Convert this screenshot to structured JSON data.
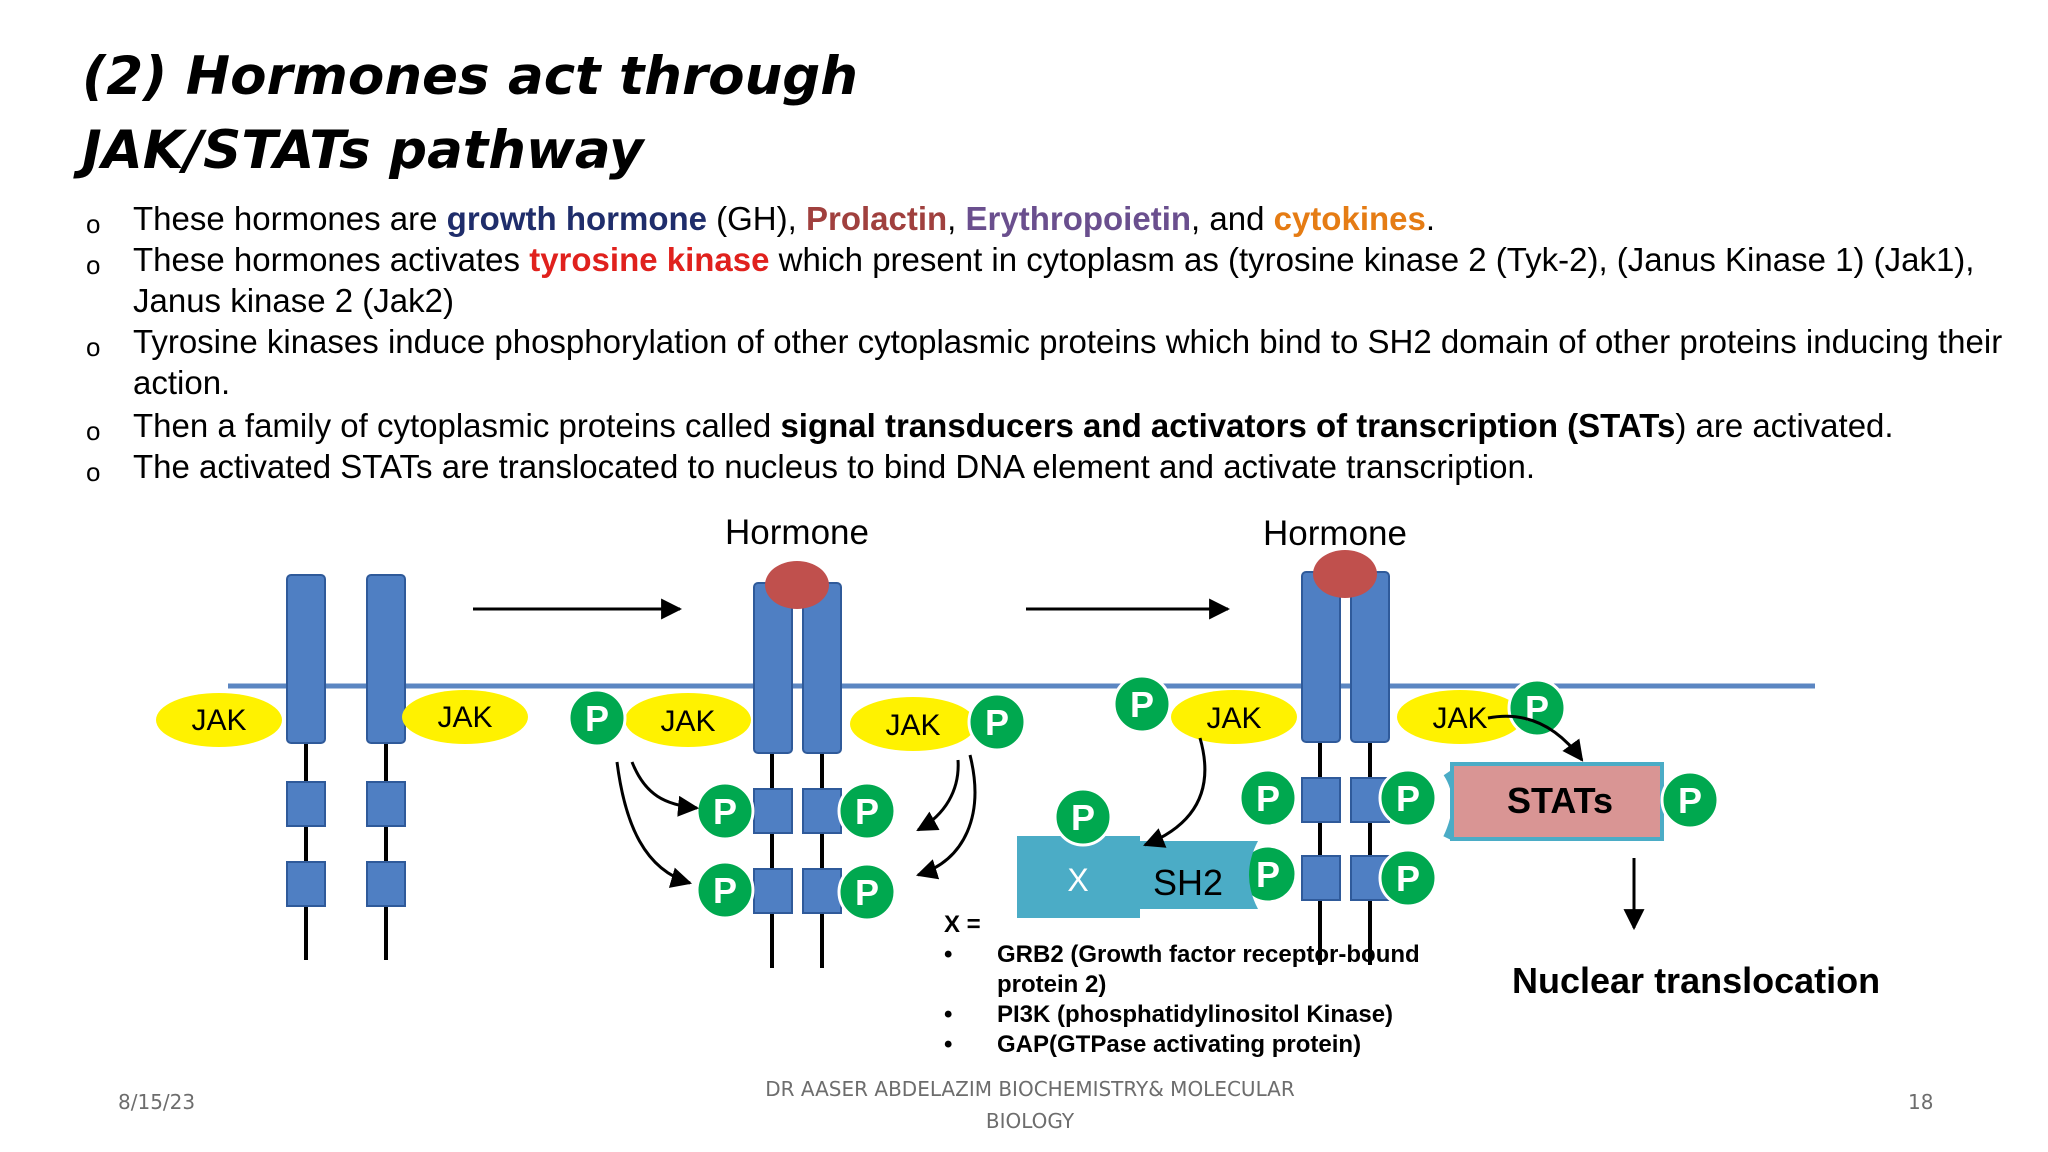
{
  "title": {
    "line1": "(2) Hormones act through",
    "line2": "JAK/STATs pathway"
  },
  "bullet_marker": "o",
  "bullets": {
    "b1": {
      "t1": "These hormones are ",
      "gh": "growth hormone",
      "t2": " (GH), ",
      "prl": "Prolactin",
      "t3": ", ",
      "epo": "Erythropoietin",
      "t4": ", and ",
      "cyt": "cytokines",
      "t5": "."
    },
    "b2": {
      "t1": "These hormones activates ",
      "tk": "tyrosine kinase",
      "t2": " which present in cytoplasm as (tyrosine kinase 2 (Tyk-2), (Janus Kinase 1) (Jak1), Janus kinase 2 (Jak2)"
    },
    "b3": {
      "t1": "Tyrosine kinases induce phosphorylation of other cytoplasmic proteins which bind to SH2 domain of other proteins inducing their action."
    },
    "b4": {
      "t1": "Then a family of cytoplasmic proteins called ",
      "stats": "signal transducers and activators of transcription (STATs",
      "t2": ") are activated."
    },
    "b5": {
      "t1": "The activated STATs are translocated to nucleus to bind DNA element and activate transcription."
    }
  },
  "diagram": {
    "hormone_label": "Hormone",
    "jak_label": "JAK",
    "p_label": "P",
    "x_label": "X",
    "sh2_label": "SH2",
    "stats_label": "STATs",
    "nuclear_label": "Nuclear translocation",
    "colors": {
      "receptor": "#4f7fc3",
      "receptor_stroke": "#2f5a9a",
      "membrane": "#5b86c2",
      "hormone": "#c0504d",
      "jak": "#fff200",
      "phospho": "#00a84f",
      "x_box": "#4bacc6",
      "stats_fill": "#d99594",
      "stats_stroke": "#4bacc6"
    }
  },
  "x_def": {
    "heading": "X =",
    "bullet": "•",
    "items": [
      "GRB2 (Growth factor receptor-bound protein 2)",
      "PI3K (phosphatidylinositol Kinase)",
      "GAP(GTPase activating protein)"
    ]
  },
  "footer": {
    "date": "8/15/23",
    "author_line1": "DR AASER ABDELAZIM  BIOCHEMISTRY& MOLECULAR",
    "author_line2": "BIOLOGY",
    "page": "18"
  }
}
